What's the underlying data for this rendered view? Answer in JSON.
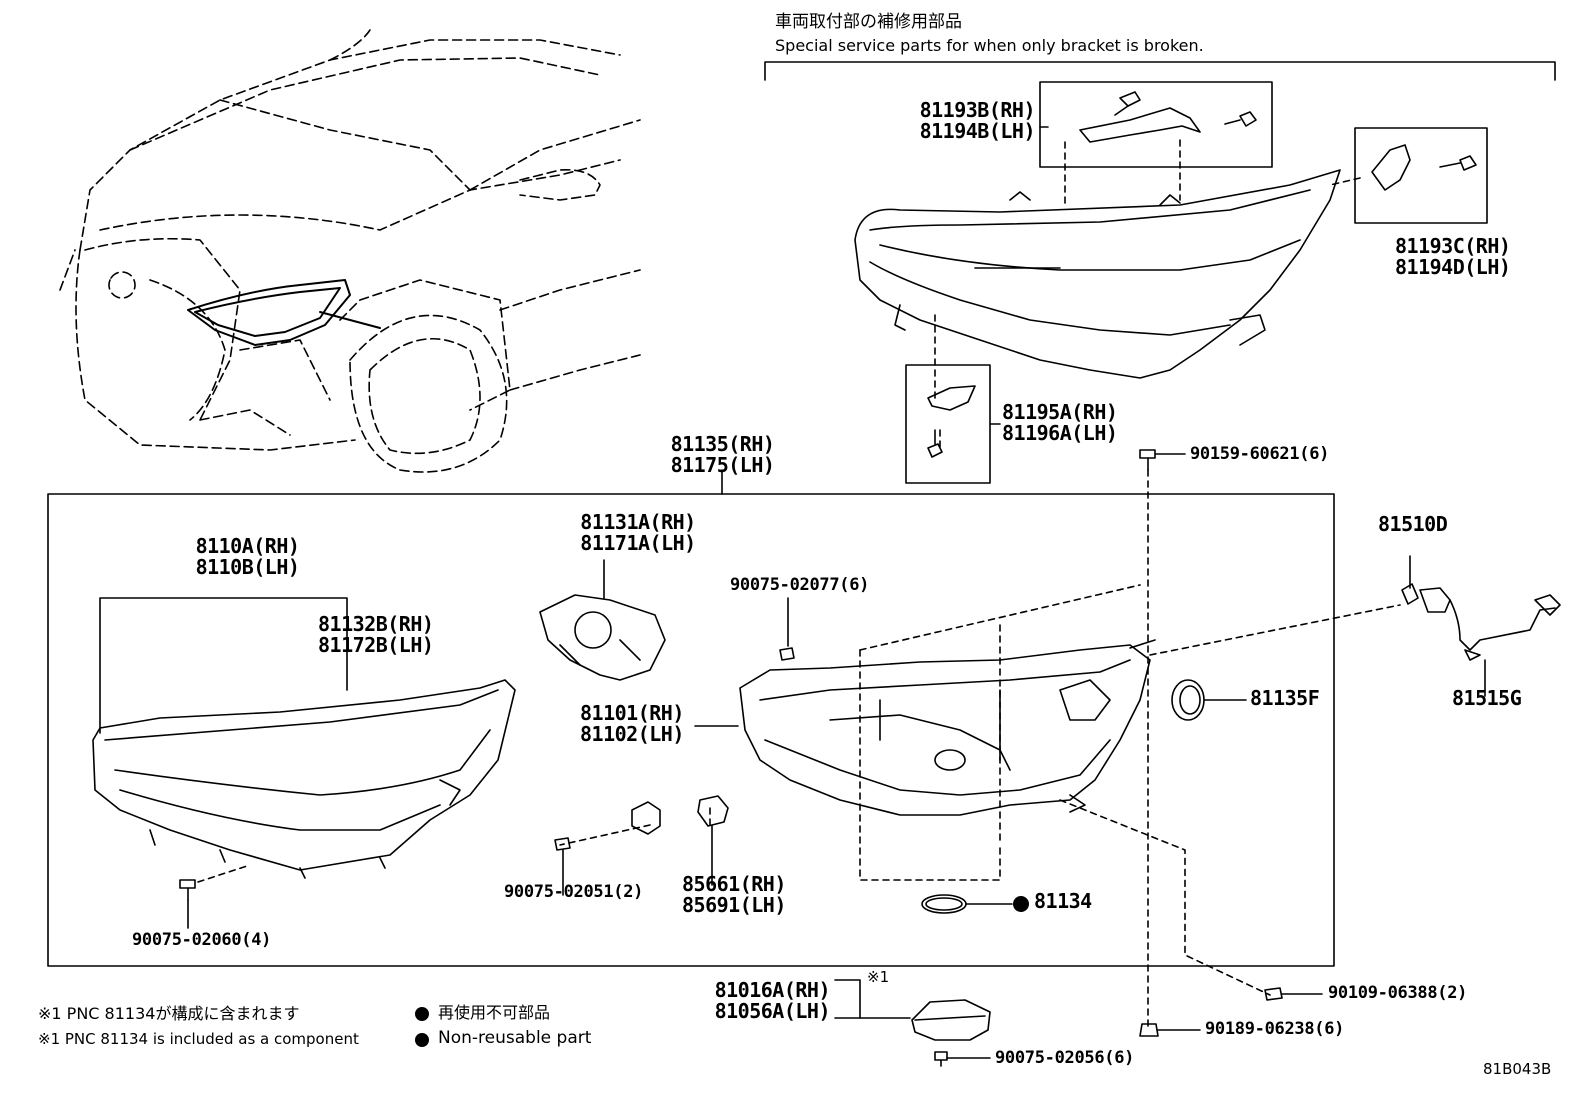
{
  "header": {
    "jp": "車両取付部の補修用部品",
    "en": "Special service parts for when only bracket is broken."
  },
  "parts": {
    "p81193B": "81193B(RH)",
    "p81194B": "81194B(LH)",
    "p81193C": "81193C(RH)",
    "p81194D": "81194D(LH)",
    "p81195A": "81195A(RH)",
    "p81196A": "81196A(LH)",
    "p81135": "81135(RH)",
    "p81175": "81175(LH)",
    "p90159": "90159-60621(6)",
    "p8110A": "8110A(RH)",
    "p8110B": "8110B(LH)",
    "p81132B": "81132B(RH)",
    "p81172B": "81172B(LH)",
    "p81131A": "81131A(RH)",
    "p81171A": "81171A(LH)",
    "p90075_02077": "90075-02077(6)",
    "p81101": "81101(RH)",
    "p81102": "81102(LH)",
    "p81510D": "81510D",
    "p81135F": "81135F",
    "p81515G": "81515G",
    "p90075_02051": "90075-02051(2)",
    "p85661": "85661(RH)",
    "p85691": "85691(LH)",
    "p81134": "81134",
    "p90075_02060": "90075-02060(4)",
    "p81016A": "81016A(RH)",
    "p81056A": "81056A(LH)",
    "mark1": "※1",
    "p90109": "90109-06388(2)",
    "p90189": "90189-06238(6)",
    "p90075_02056": "90075-02056(6)"
  },
  "notes": {
    "n1_jp": "※1 PNC 81134が構成に含まれます",
    "n1_en": "※1 PNC 81134 is included as a component",
    "legend_jp": "再使用不可部品",
    "legend_en": "Non-reusable part"
  },
  "figure_id": "81B043B"
}
